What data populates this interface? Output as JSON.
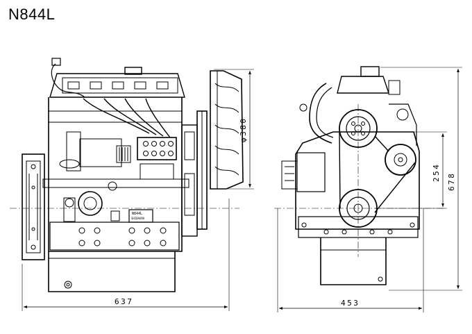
{
  "title": "N844L",
  "dimensions": {
    "overall_length": "637",
    "overall_width": "453",
    "overall_height": "678",
    "fan_diameter": "φ380",
    "crank_height": "254"
  },
  "badge": {
    "line1": "N844L",
    "line2": "SHIBAURA"
  },
  "colors": {
    "line": "#000000",
    "background": "#ffffff"
  }
}
